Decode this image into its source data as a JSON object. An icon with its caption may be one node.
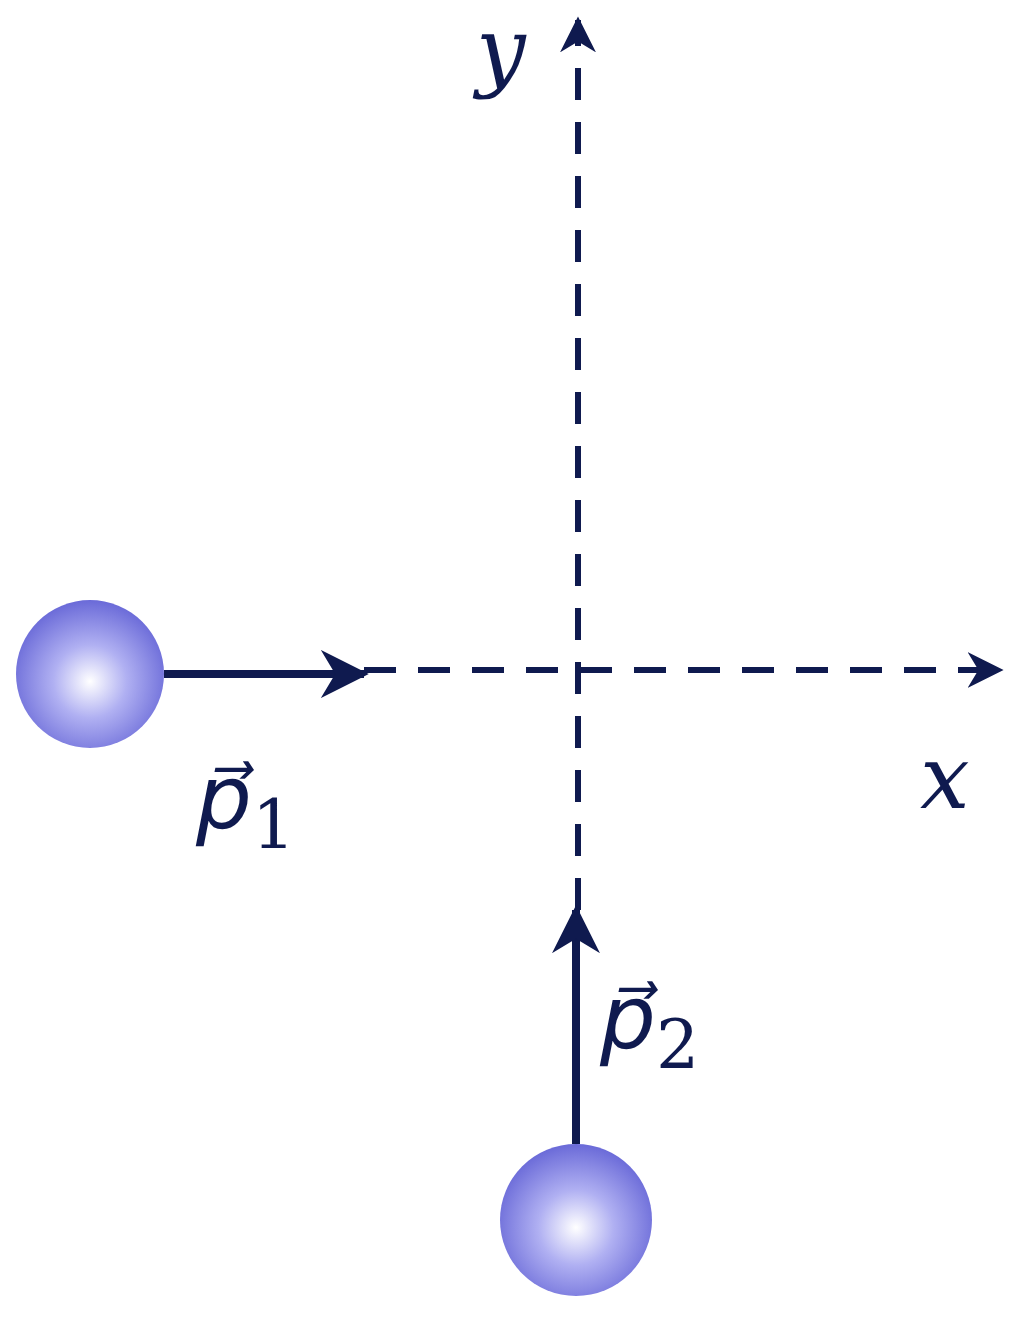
{
  "diagram": {
    "nodes": [
      {
        "text": [],
        "shape": "circle"
      },
      {
        "text": [],
        "shape": "circle"
      }
    ],
    "labels": [
      "y",
      "x",
      "*p⃗*$_{1}$",
      "*p⃗*$_{2}$"
    ]
  }
}
